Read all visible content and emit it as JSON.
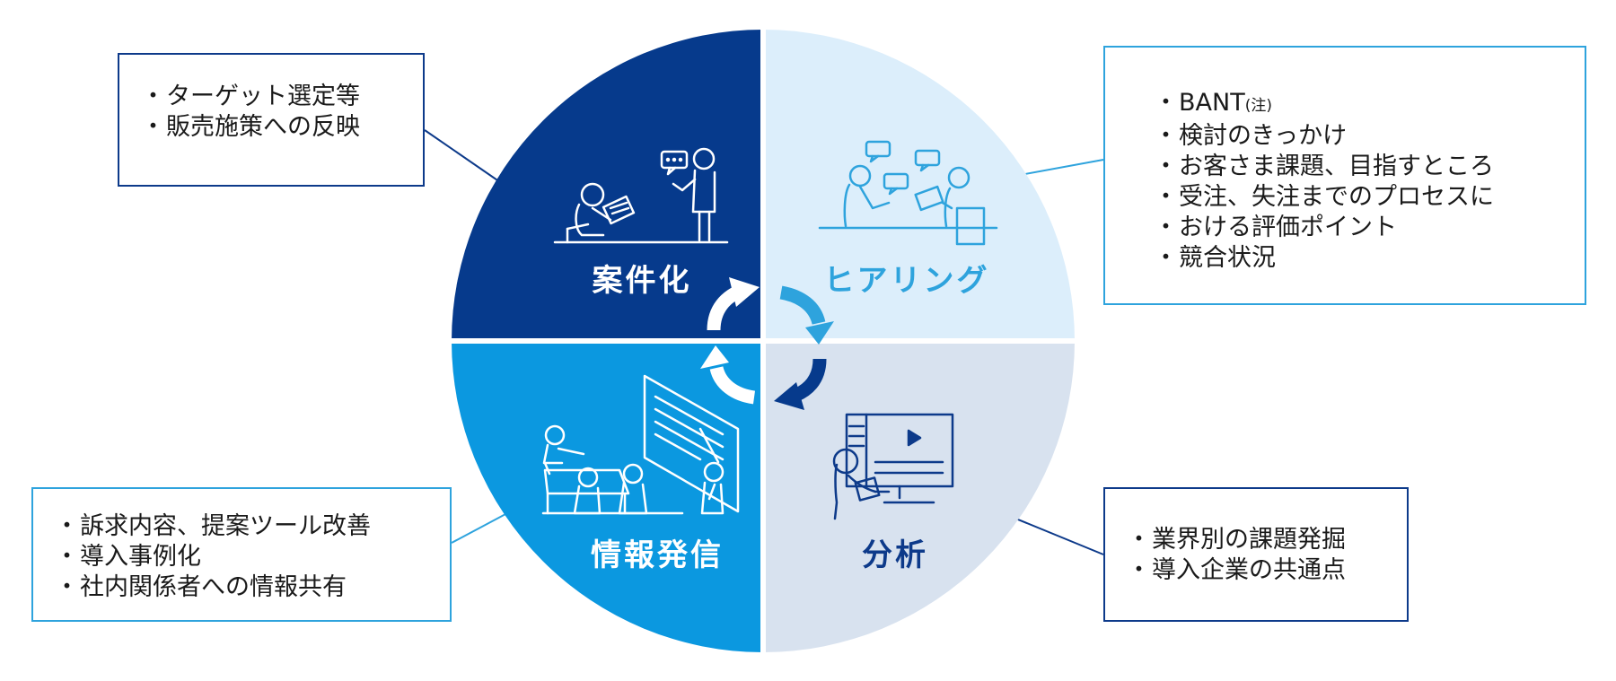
{
  "quadrants": {
    "top_left": {
      "label": "案件化",
      "color": "#063a8c",
      "label_color": "#ffffff"
    },
    "top_right": {
      "label": "ヒアリング",
      "color": "#dceefb",
      "label_color": "#2ea3dd"
    },
    "bottom_left": {
      "label": "情報発信",
      "color": "#0b98e0",
      "label_color": "#ffffff"
    },
    "bottom_right": {
      "label": "分析",
      "color": "#d8e2ef",
      "label_color": "#0d3a8a"
    }
  },
  "callouts": {
    "top_left": {
      "items": [
        "ターゲット選定等",
        "販売施策への反映"
      ]
    },
    "top_right": {
      "item1_main": "BANT",
      "item1_note": "(注)",
      "items": [
        "検討のきっかけ",
        "お客さま課題、目指すところ",
        "受注、失注までのプロセスに",
        "おける評価ポイント",
        "競合状況"
      ]
    },
    "bottom_left": {
      "items": [
        "訴求内容、提案ツール改善",
        "導入事例化",
        "社内関係者への情報共有"
      ]
    },
    "bottom_right": {
      "items": [
        "業界別の課題発掘",
        "導入企業の共通点"
      ]
    }
  },
  "icons": {
    "top_left": "meeting-presentation-icon",
    "top_right": "hearing-conversation-icon",
    "bottom_left": "whiteboard-seminar-icon",
    "bottom_right": "video-analysis-monitor-icon",
    "cycle_arrows": "clockwise-cycle-arrow-icon"
  },
  "colors": {
    "dark_navy": "#063a8c",
    "light_blue_bg": "#dceefb",
    "bright_blue": "#0b98e0",
    "gray_blue_bg": "#d8e2ef",
    "accent_cyan": "#2ea3dd",
    "callout_navy_border": "#0d3a8a"
  }
}
